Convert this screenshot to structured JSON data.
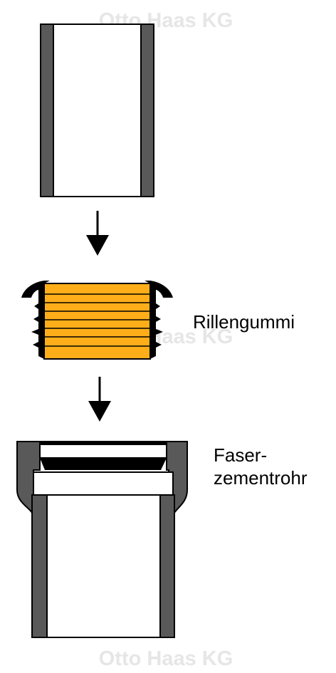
{
  "watermark": {
    "text": "Otto Haas KG",
    "color": "#e6e6e6"
  },
  "labels": {
    "gasket": "Rillengummi",
    "pipe_line1": "Faser-",
    "pipe_line2": "zementrohr"
  },
  "colors": {
    "wall": "#595959",
    "gasket_fill": "#ffae19",
    "outline": "#000000",
    "background": "#ffffff"
  },
  "icons": [
    "arrow-down-icon",
    "arrow-down-icon"
  ]
}
